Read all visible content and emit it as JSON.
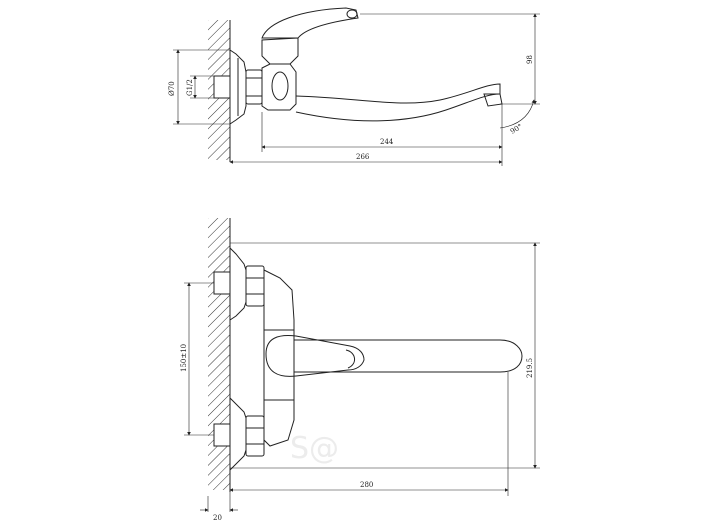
{
  "side_view": {
    "dimensions": {
      "flange_diameter": "Ø70",
      "thread": "G1/2",
      "height": "98",
      "spout_reach": "244",
      "total_reach": "266",
      "spout_angle": "90°"
    }
  },
  "top_view": {
    "dimensions": {
      "center_distance": "150±10",
      "overall_length": "219.5",
      "total_reach": "280",
      "wall_offset": "20"
    }
  },
  "watermark": "S@"
}
